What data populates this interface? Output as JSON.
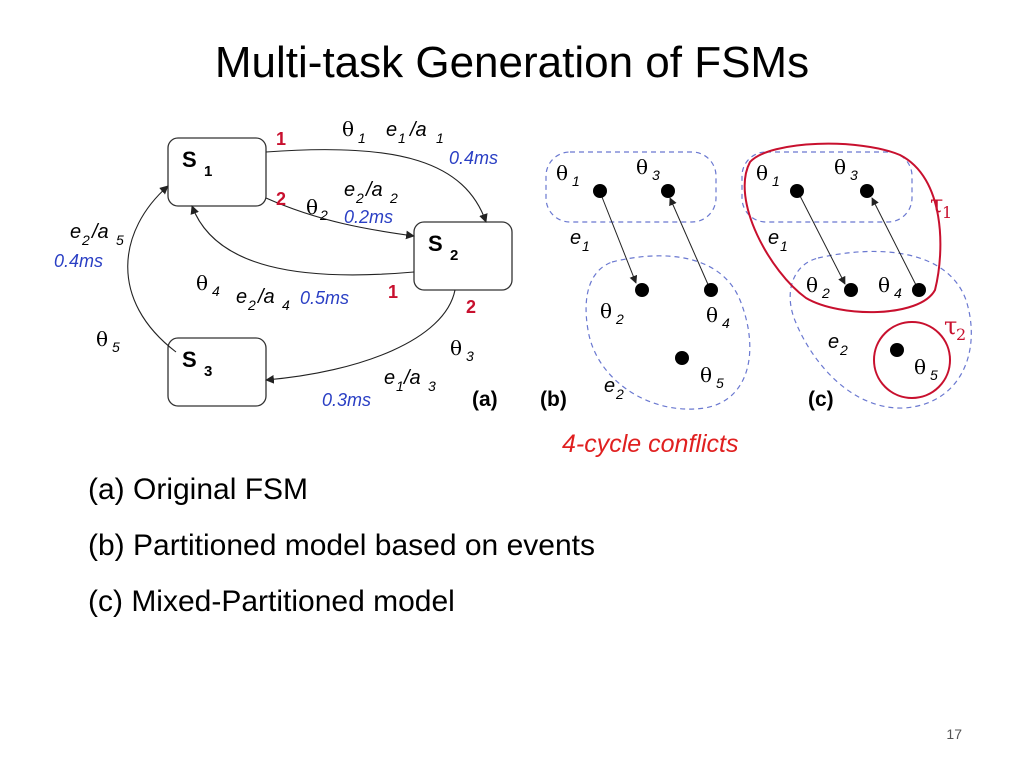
{
  "slide": {
    "title": "Multi-task Generation of FSMs",
    "caption": "4-cycle conflicts",
    "bullets": [
      "(a) Original FSM",
      "(b) Partitioned model based on events",
      "(c) Mixed-Partitioned model"
    ],
    "page_number": "17"
  },
  "diagram": {
    "panel_a": {
      "label": "(a)",
      "states": [
        {
          "name": "S",
          "sub": "1"
        },
        {
          "name": "S",
          "sub": "2"
        },
        {
          "name": "S",
          "sub": "3"
        }
      ],
      "transitions": [
        {
          "theta": "θ",
          "theta_sub": "1",
          "event": "e",
          "event_sub": "1",
          "action": "/a",
          "action_sub": "1",
          "time": "0.4ms",
          "priority": "1"
        },
        {
          "theta": "θ",
          "theta_sub": "2",
          "event": "e",
          "event_sub": "2",
          "action": "/a",
          "action_sub": "2",
          "time": "0.2ms",
          "priority": "2"
        },
        {
          "theta": "θ",
          "theta_sub": "4",
          "event": "e",
          "event_sub": "2",
          "action": "/a",
          "action_sub": "4",
          "time": "0.5ms",
          "priority": "1"
        },
        {
          "theta": "θ",
          "theta_sub": "3",
          "event": "e",
          "event_sub": "1",
          "action": "/a",
          "action_sub": "3",
          "time": "0.3ms",
          "priority": "2"
        },
        {
          "theta": "θ",
          "theta_sub": "5",
          "event": "e",
          "event_sub": "2",
          "action": "/a",
          "action_sub": "5",
          "time": "0.4ms"
        }
      ]
    },
    "panel_b": {
      "label": "(b)",
      "nodes": [
        "1",
        "3",
        "2",
        "4",
        "5"
      ],
      "theta": "θ",
      "groups": [
        {
          "event": "e",
          "event_sub": "1"
        },
        {
          "event": "e",
          "event_sub": "2"
        }
      ]
    },
    "panel_c": {
      "label": "(c)",
      "nodes": [
        "1",
        "3",
        "2",
        "4",
        "5"
      ],
      "theta": "θ",
      "groups": [
        {
          "event": "e",
          "event_sub": "1"
        },
        {
          "event": "e",
          "event_sub": "2"
        }
      ],
      "tasks": [
        {
          "symbol": "τ",
          "sub": "1"
        },
        {
          "symbol": "τ",
          "sub": "2"
        }
      ]
    },
    "colors": {
      "red": "#c8102e",
      "blue": "#2a3fc4",
      "dash": "#6a78d0"
    }
  }
}
